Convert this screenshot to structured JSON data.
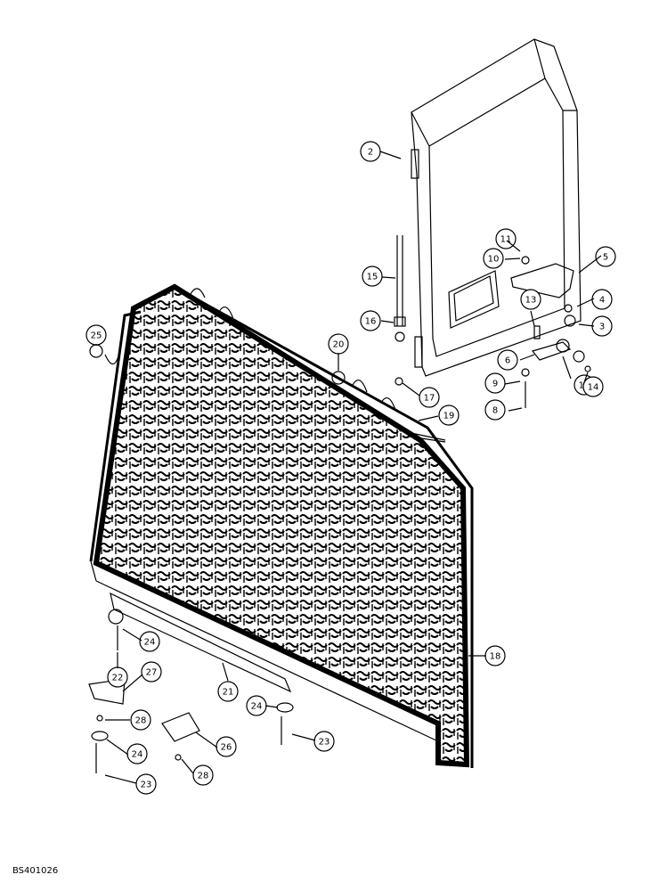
{
  "figure_code": "BS401026",
  "callouts": [
    "2",
    "3",
    "4",
    "5",
    "6",
    "8",
    "9",
    "10",
    "11",
    "12",
    "13",
    "14",
    "15",
    "16",
    "17",
    "18",
    "19",
    "20",
    "21",
    "22",
    "23",
    "23",
    "24",
    "24",
    "24",
    "25",
    "26",
    "27",
    "28",
    "28"
  ]
}
